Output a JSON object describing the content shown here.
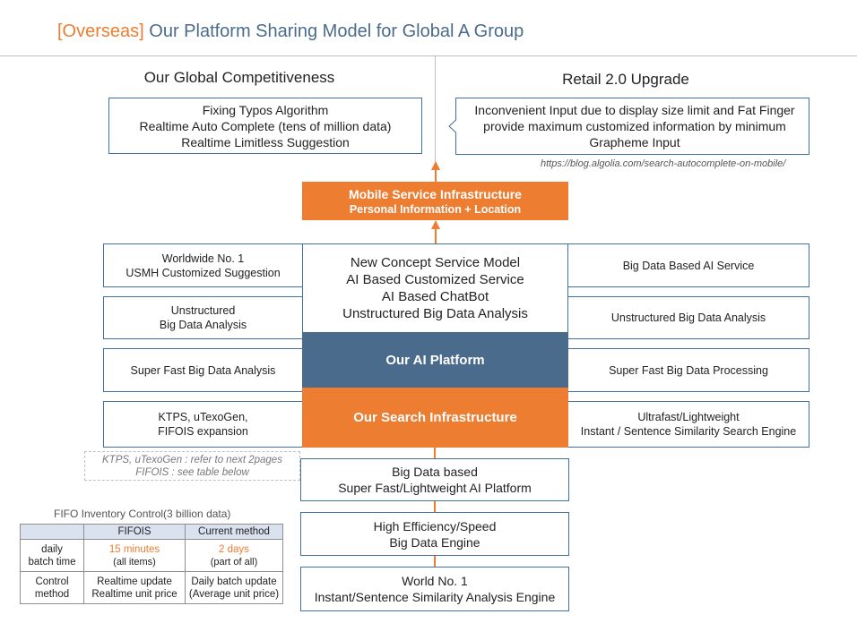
{
  "title": {
    "tag": "[Overseas]",
    "text": " Our Platform Sharing Model for Global A Group"
  },
  "left_heading": "Our Global Competitiveness",
  "right_heading": "Retail 2.0 Upgrade",
  "left_top_box": [
    "Fixing Typos Algorithm",
    "Realtime Auto Complete (tens of million data)",
    "Realtime Limitless Suggestion"
  ],
  "right_top_box": [
    "Inconvenient Input due to display size limit and Fat Finger",
    "provide maximum customized information by minimum",
    "Grapheme Input"
  ],
  "source_url": "https://blog.algolia.com/search-autocomplete-on-mobile/",
  "mobile_box": {
    "line1": "Mobile Service Infrastructure",
    "line2": "Personal Information + Location"
  },
  "center_box": [
    "New Concept Service Model",
    "AI Based Customized Service",
    "AI Based ChatBot",
    "Unstructured  Big Data Analysis"
  ],
  "ai_platform": "Our AI Platform",
  "search_infra": "Our Search Infrastructure",
  "left_boxes": [
    [
      "Worldwide No. 1",
      "USMH Customized Suggestion"
    ],
    [
      "Unstructured",
      "Big Data Analysis"
    ],
    [
      "Super Fast Big Data Analysis"
    ],
    [
      "KTPS, uTexoGen,",
      "FIFOIS expansion"
    ]
  ],
  "right_boxes": [
    [
      "Big Data Based AI Service"
    ],
    [
      "Unstructured Big Data Analysis"
    ],
    [
      "Super Fast Big Data Processing"
    ],
    [
      "Ultrafast/Lightweight",
      "Instant / Sentence Similarity Search Engine"
    ]
  ],
  "note": [
    "KTPS, uTexoGen  : refer to next 2pages",
    "FIFOIS : see table below"
  ],
  "bottom_boxes": [
    [
      "Big Data based",
      "Super Fast/Lightweight AI Platform"
    ],
    [
      "High Efficiency/Speed",
      "Big Data Engine"
    ],
    [
      "World No. 1",
      "Instant/Sentence Similarity Analysis Engine"
    ]
  ],
  "table": {
    "caption": "FIFO Inventory  Control(3  billion data)",
    "headers": [
      "",
      "FIFOIS",
      "Current  method"
    ],
    "row1": {
      "label": [
        "daily",
        "batch time"
      ],
      "fifois": [
        "15 minutes",
        "(all items)"
      ],
      "current": [
        "2 days",
        "(part of all)"
      ]
    },
    "row2": {
      "label": [
        "Control",
        "method"
      ],
      "fifois": [
        "Realtime update",
        "Realtime unit price"
      ],
      "current": [
        "Daily batch update",
        "(Average  unit price)"
      ]
    }
  },
  "colors": {
    "accent": "#ed7d31",
    "blue": "#4a6b8c",
    "border": "#41719c"
  }
}
